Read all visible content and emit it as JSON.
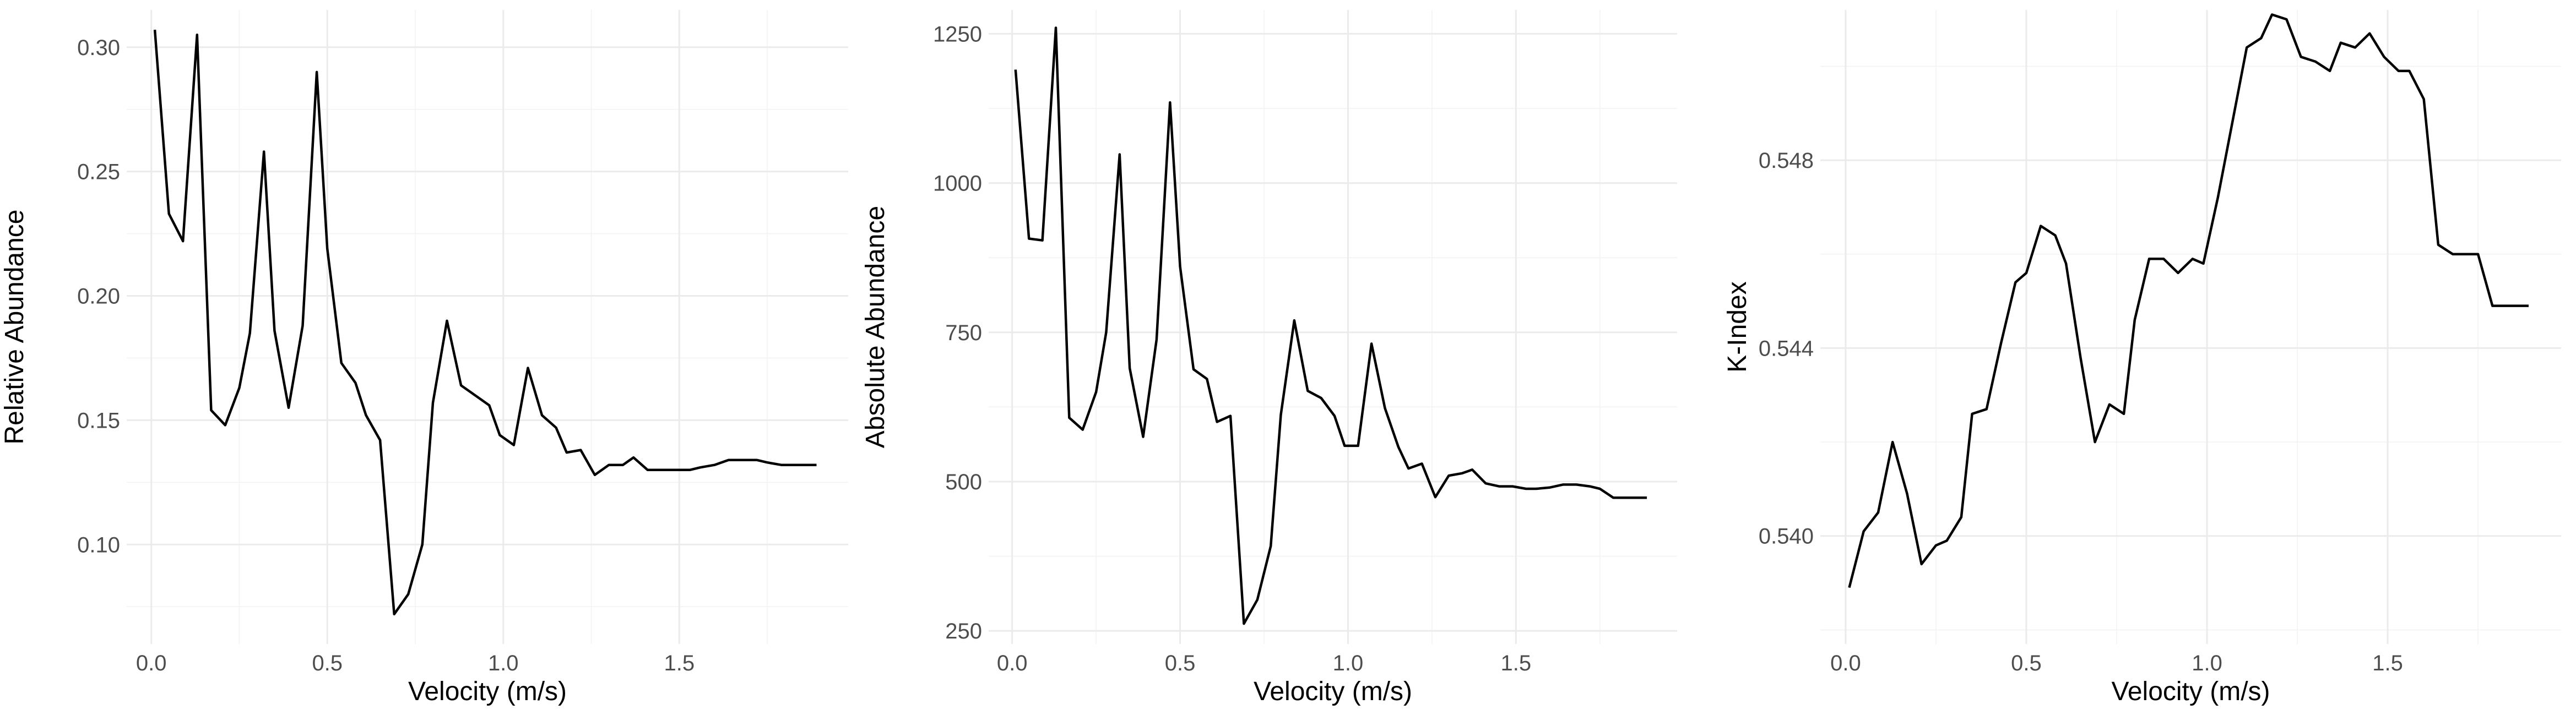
{
  "chart_data": [
    {
      "type": "line",
      "title": "",
      "xlabel": "Velocity (m/s)",
      "ylabel": "Relative Abundance",
      "xlim": [
        -0.07,
        1.98
      ],
      "ylim": [
        0.06,
        0.315
      ],
      "xticks": [
        0.0,
        0.5,
        1.0,
        1.5
      ],
      "xtick_labels": [
        "0.0",
        "0.5",
        "1.0",
        "1.5"
      ],
      "yticks": [
        0.1,
        0.15,
        0.2,
        0.25,
        0.3
      ],
      "ytick_labels": [
        "0.10",
        "0.15",
        "0.20",
        "0.25",
        "0.30"
      ],
      "grid": true,
      "x": [
        0.01,
        0.05,
        0.09,
        0.13,
        0.17,
        0.21,
        0.25,
        0.28,
        0.32,
        0.35,
        0.39,
        0.43,
        0.47,
        0.5,
        0.54,
        0.58,
        0.61,
        0.65,
        0.69,
        0.73,
        0.77,
        0.8,
        0.84,
        0.88,
        0.92,
        0.96,
        0.99,
        1.03,
        1.07,
        1.11,
        1.15,
        1.18,
        1.22,
        1.26,
        1.3,
        1.34,
        1.37,
        1.41,
        1.45,
        1.49,
        1.53,
        1.56,
        1.6,
        1.64,
        1.68,
        1.72,
        1.75,
        1.79,
        1.83,
        1.89
      ],
      "y": [
        0.307,
        0.233,
        0.222,
        0.305,
        0.154,
        0.148,
        0.163,
        0.185,
        0.258,
        0.186,
        0.155,
        0.188,
        0.29,
        0.219,
        0.173,
        0.165,
        0.152,
        0.142,
        0.072,
        0.08,
        0.1,
        0.157,
        0.19,
        0.164,
        0.16,
        0.156,
        0.144,
        0.14,
        0.171,
        0.152,
        0.147,
        0.137,
        0.138,
        0.128,
        0.132,
        0.132,
        0.135,
        0.13,
        0.13,
        0.13,
        0.13,
        0.131,
        0.132,
        0.134,
        0.134,
        0.134,
        0.133,
        0.132,
        0.132,
        0.132
      ]
    },
    {
      "type": "line",
      "title": "",
      "xlabel": "Velocity (m/s)",
      "ylabel": "Absolute Abundance",
      "xlim": [
        -0.07,
        1.98
      ],
      "ylim": [
        228,
        1290
      ],
      "xticks": [
        0.0,
        0.5,
        1.0,
        1.5
      ],
      "xtick_labels": [
        "0.0",
        "0.5",
        "1.0",
        "1.5"
      ],
      "yticks": [
        250,
        500,
        750,
        1000,
        1250
      ],
      "ytick_labels": [
        "250",
        "500",
        "750",
        "1000",
        "1250"
      ],
      "grid": true,
      "x": [
        0.01,
        0.05,
        0.09,
        0.13,
        0.17,
        0.21,
        0.25,
        0.28,
        0.32,
        0.35,
        0.39,
        0.43,
        0.47,
        0.5,
        0.54,
        0.58,
        0.61,
        0.65,
        0.69,
        0.73,
        0.77,
        0.8,
        0.84,
        0.88,
        0.92,
        0.96,
        0.99,
        1.03,
        1.07,
        1.11,
        1.15,
        1.18,
        1.22,
        1.26,
        1.3,
        1.34,
        1.37,
        1.41,
        1.45,
        1.49,
        1.53,
        1.56,
        1.6,
        1.64,
        1.68,
        1.72,
        1.75,
        1.79,
        1.83,
        1.89
      ],
      "y": [
        1190,
        907,
        904,
        1260,
        607,
        587,
        650,
        750,
        1048,
        690,
        575,
        738,
        1135,
        860,
        688,
        672,
        600,
        610,
        262,
        302,
        392,
        612,
        770,
        652,
        640,
        610,
        560,
        560,
        731,
        623,
        558,
        522,
        530,
        474,
        510,
        514,
        520,
        497,
        492,
        492,
        488,
        488,
        490,
        495,
        495,
        492,
        488,
        473,
        473,
        473
      ]
    },
    {
      "type": "line",
      "title": "",
      "xlabel": "Velocity (m/s)",
      "ylabel": "K-Index",
      "xlim": [
        -0.07,
        1.98
      ],
      "ylim": [
        0.5377,
        0.5512
      ],
      "xticks": [
        0.0,
        0.5,
        1.0,
        1.5
      ],
      "xtick_labels": [
        "0.0",
        "0.5",
        "1.0",
        "1.5"
      ],
      "yticks": [
        0.54,
        0.544,
        0.548
      ],
      "ytick_labels": [
        "0.540",
        "0.544",
        "0.548"
      ],
      "grid": true,
      "x": [
        0.01,
        0.05,
        0.09,
        0.13,
        0.17,
        0.21,
        0.25,
        0.28,
        0.32,
        0.35,
        0.39,
        0.43,
        0.47,
        0.5,
        0.54,
        0.58,
        0.61,
        0.65,
        0.69,
        0.73,
        0.77,
        0.8,
        0.84,
        0.88,
        0.92,
        0.96,
        0.99,
        1.03,
        1.07,
        1.11,
        1.15,
        1.18,
        1.22,
        1.26,
        1.3,
        1.34,
        1.37,
        1.41,
        1.45,
        1.49,
        1.53,
        1.56,
        1.6,
        1.64,
        1.68,
        1.72,
        1.75,
        1.79,
        1.83,
        1.89
      ],
      "y": [
        0.5389,
        0.5401,
        0.5405,
        0.542,
        0.5409,
        0.5394,
        0.5398,
        0.5399,
        0.5404,
        0.5426,
        0.5427,
        0.5441,
        0.5454,
        0.5456,
        0.5466,
        0.5464,
        0.5458,
        0.5438,
        0.542,
        0.5428,
        0.5426,
        0.5446,
        0.5459,
        0.5459,
        0.5456,
        0.5459,
        0.5458,
        0.5472,
        0.5488,
        0.5504,
        0.5506,
        0.5511,
        0.551,
        0.5502,
        0.5501,
        0.5499,
        0.5505,
        0.5504,
        0.5507,
        0.5502,
        0.5499,
        0.5499,
        0.5493,
        0.5462,
        0.546,
        0.546,
        0.546,
        0.5449,
        0.5449,
        0.5449
      ]
    }
  ]
}
